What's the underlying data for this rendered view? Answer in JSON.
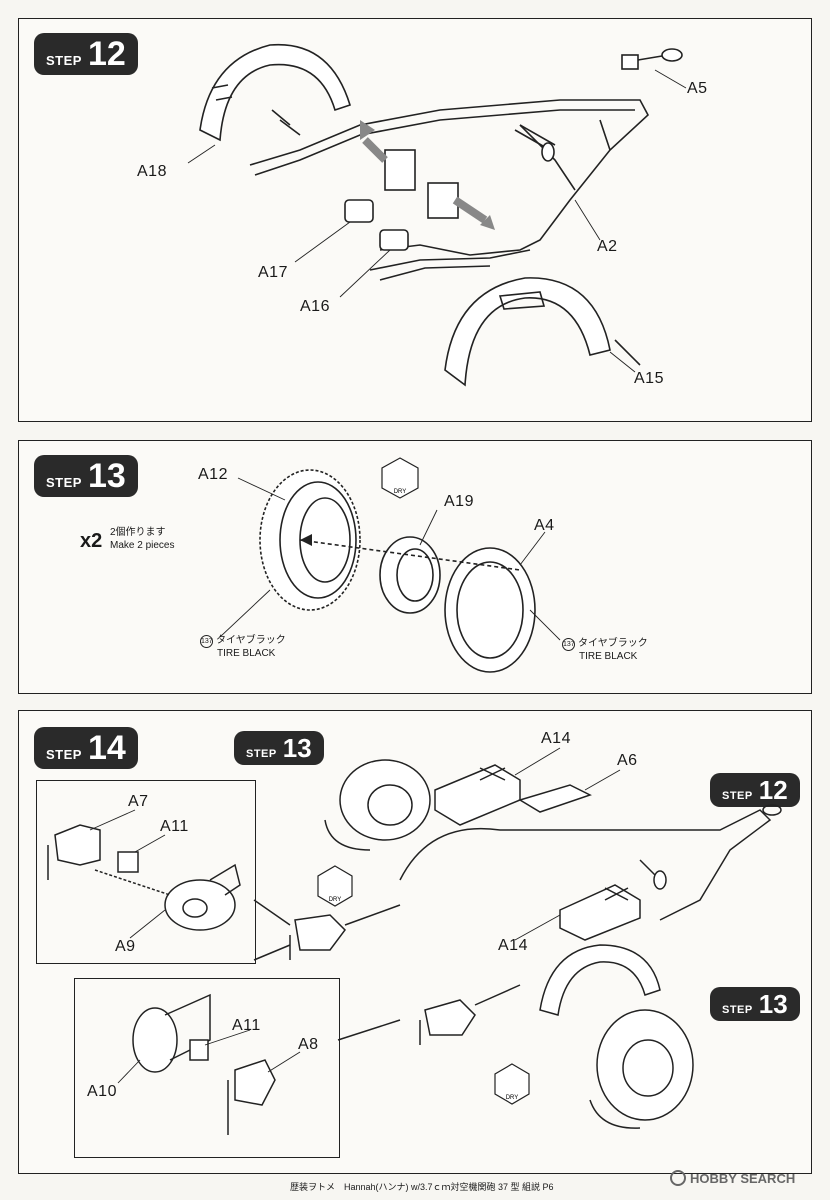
{
  "steps": {
    "step12": {
      "word": "STEP",
      "number": "12",
      "labels": {
        "a18": "A18",
        "a5": "A5",
        "a2": "A2",
        "a17": "A17",
        "a16": "A16",
        "a15": "A15"
      }
    },
    "step13": {
      "word": "STEP",
      "number": "13",
      "quantity": {
        "mult": "x2",
        "jp": "2個作ります",
        "en": "Make 2 pieces"
      },
      "labels": {
        "a12": "A12",
        "a19": "A19",
        "a4": "A4"
      },
      "paint": {
        "code": "137",
        "jp": "タイヤブラック",
        "en": "TIRE BLACK"
      }
    },
    "step14": {
      "word": "STEP",
      "number": "14",
      "refs": {
        "step13_top": "13",
        "step12": "12",
        "step13_bottom": "13"
      },
      "labels": {
        "a14_top": "A14",
        "a6": "A6",
        "a7": "A7",
        "a11_top": "A11",
        "a9": "A9",
        "a14_mid": "A14",
        "a11_bottom": "A11",
        "a8": "A8",
        "a10": "A10"
      }
    }
  },
  "icons": {
    "dry": "DRY"
  },
  "footer": {
    "text": "歴装ヲトメ　Hannah(ハンナ) w/3.7ｃｍ対空機関砲 37 型 組説 P6"
  },
  "watermark": {
    "text": "HOBBY SEARCH"
  }
}
